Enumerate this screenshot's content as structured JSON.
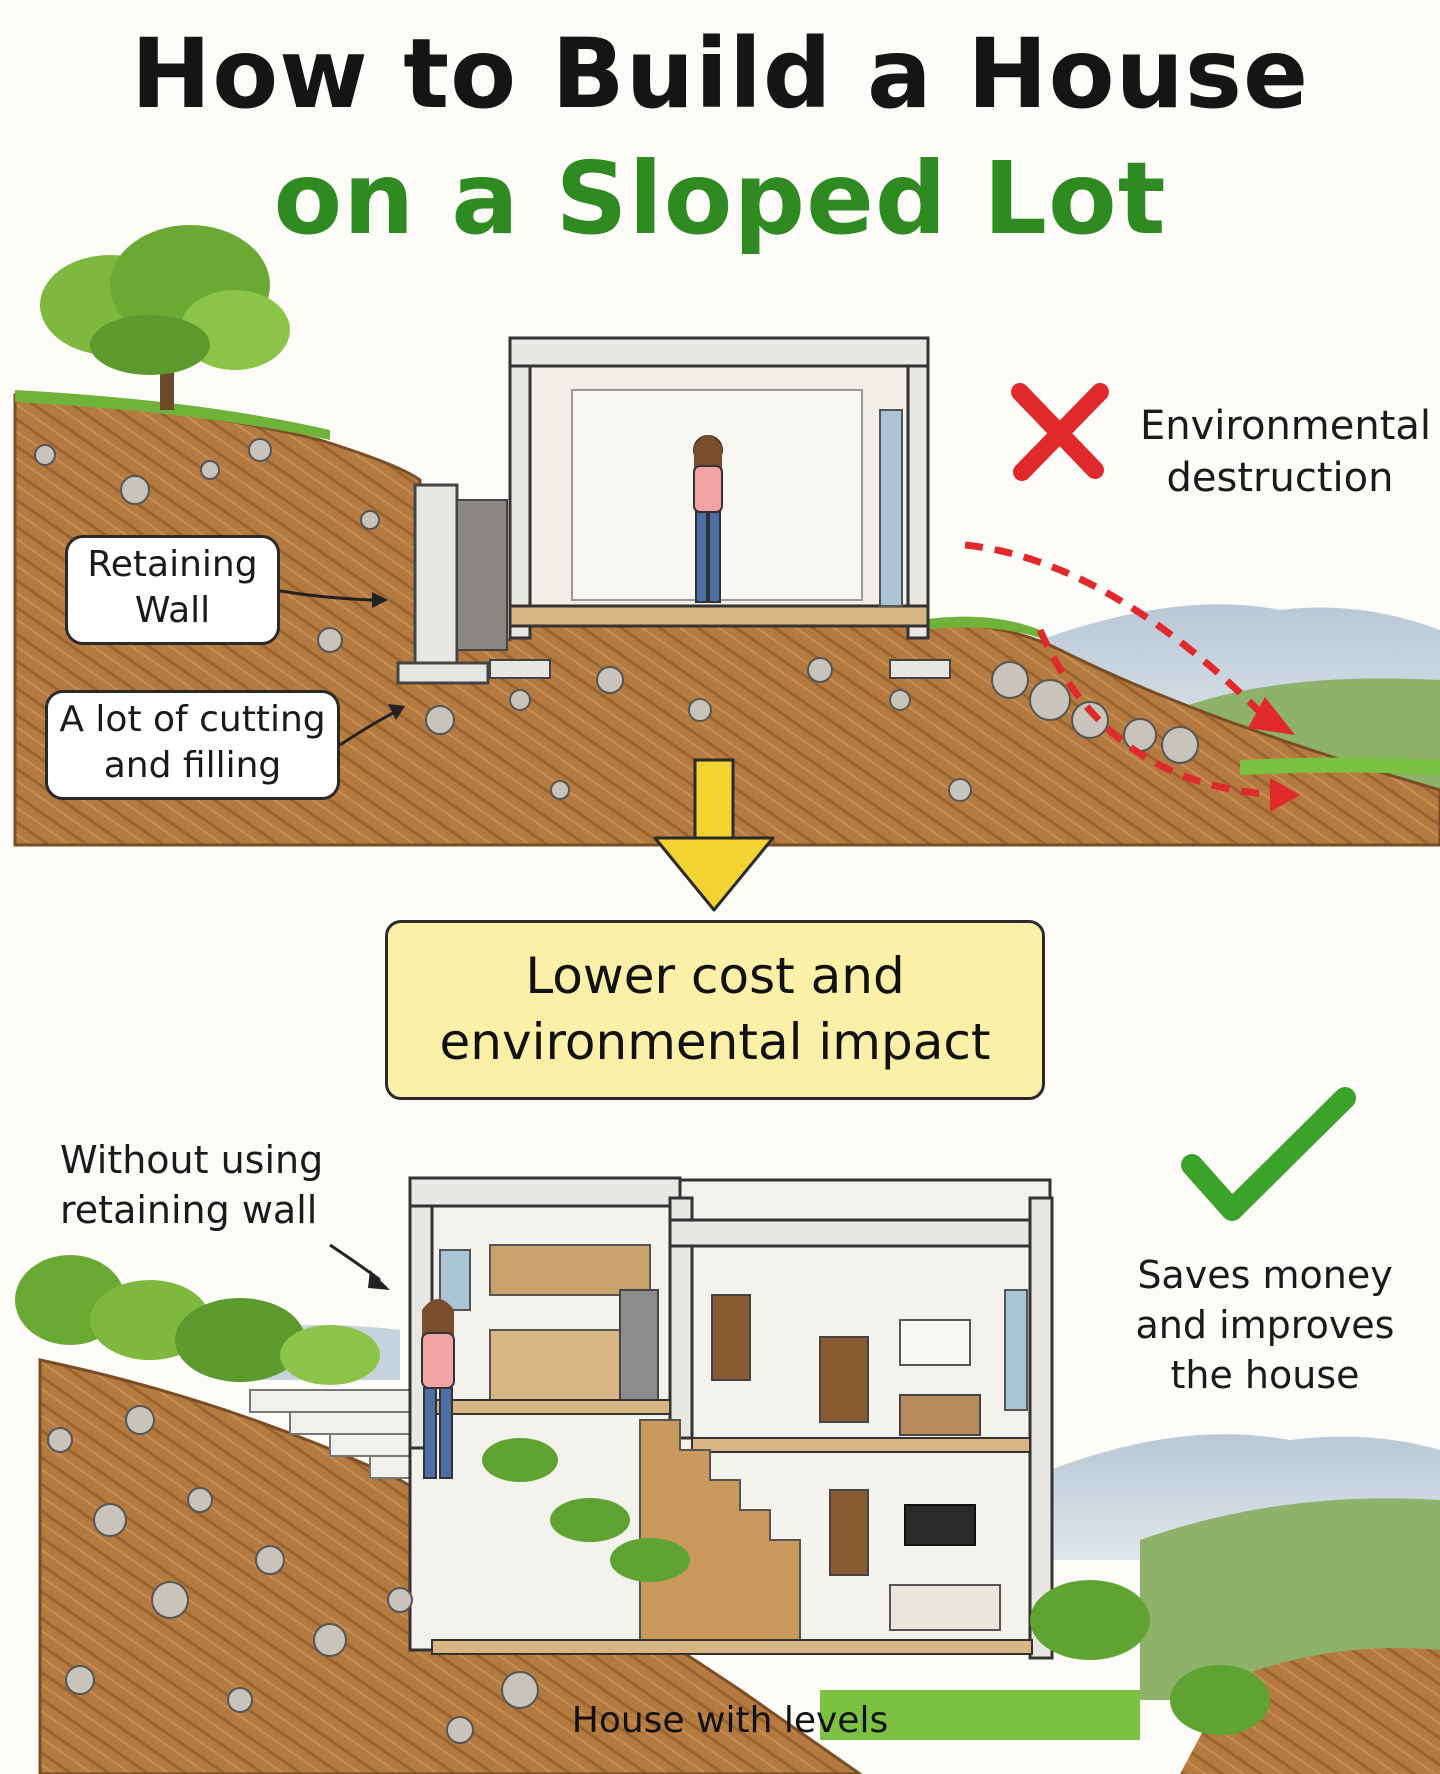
{
  "title": {
    "line1": "How to Build a House",
    "line2": "on a Sloped Lot"
  },
  "top_scene": {
    "retaining_wall_label": "Retaining\nWall",
    "cut_fill_label": "A lot of cutting\nand filling",
    "negative_label": "Environmental\ndestruction",
    "negative_icon": "red-x-icon"
  },
  "transition": {
    "arrow_icon": "yellow-down-arrow-icon",
    "callout": "Lower cost and\nenvironmental impact"
  },
  "bottom_scene": {
    "no_wall_label": "Without using\nretaining wall",
    "positive_label": "Saves money\nand improves\nthe house",
    "positive_icon": "green-check-icon",
    "caption": "House with levels"
  },
  "colors": {
    "title_primary": "#151515",
    "title_accent": "#2f8a22",
    "soil": "#b0773e",
    "grass": "#6fb33a",
    "callout_bg": "#faf0a8",
    "arrow_yellow": "#f2d332",
    "x_red": "#e0292b",
    "check_green": "#3ca32a"
  }
}
